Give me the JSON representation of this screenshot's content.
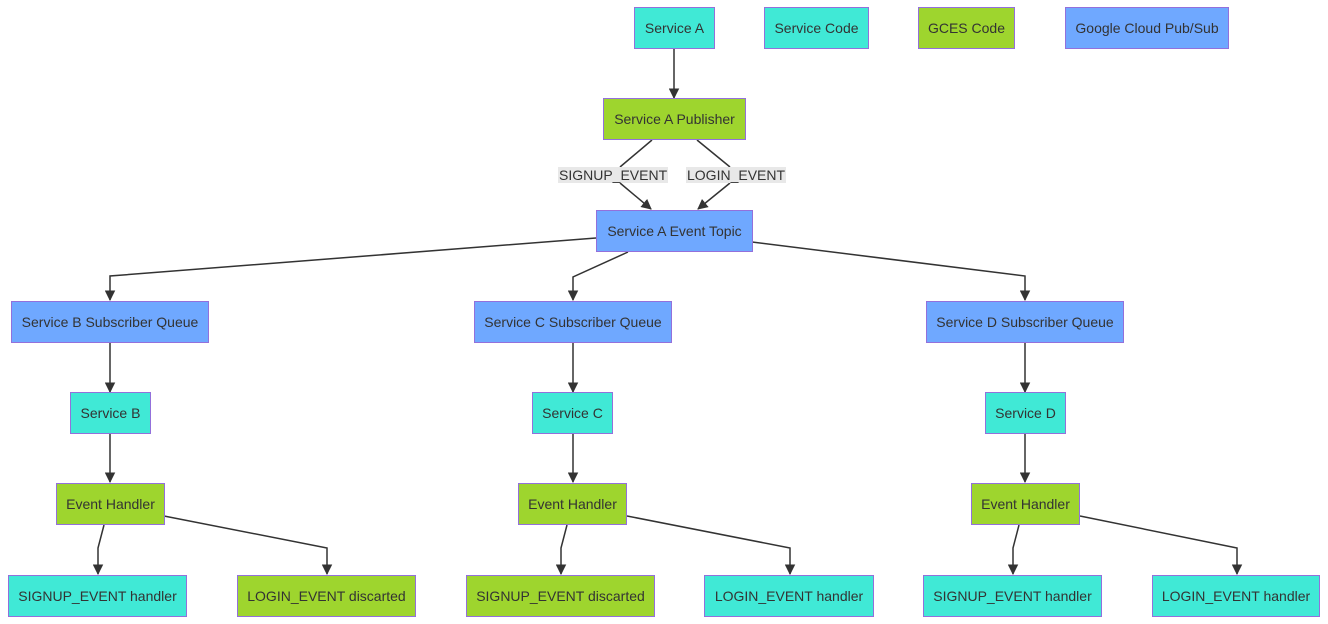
{
  "colors": {
    "service": "#40E9D6",
    "gces": "#9ED52E",
    "pubsub": "#6FA8FF",
    "border": "#9370DB",
    "edge": "#333333",
    "edge_label_bg": "#e8e8e8"
  },
  "legend": {
    "service_a": "Service A",
    "service_code": "Service Code",
    "gces_code": "GCES Code",
    "pubsub": "Google Cloud Pub/Sub"
  },
  "nodes": {
    "publisher": "Service A Publisher",
    "topic": "Service A Event Topic",
    "queue_b": "Service B Subscriber Queue",
    "queue_c": "Service C Subscriber Queue",
    "queue_d": "Service D Subscriber Queue",
    "service_b": "Service B",
    "service_c": "Service C",
    "service_d": "Service D",
    "handler_b": "Event Handler",
    "handler_c": "Event Handler",
    "handler_d": "Event Handler",
    "b_signup": "SIGNUP_EVENT handler",
    "b_login": "LOGIN_EVENT discarted",
    "c_signup": "SIGNUP_EVENT discarted",
    "c_login": "LOGIN_EVENT handler",
    "d_signup": "SIGNUP_EVENT handler",
    "d_login": "LOGIN_EVENT handler"
  },
  "edge_labels": {
    "signup": "SIGNUP_EVENT",
    "login": "LOGIN_EVENT"
  }
}
